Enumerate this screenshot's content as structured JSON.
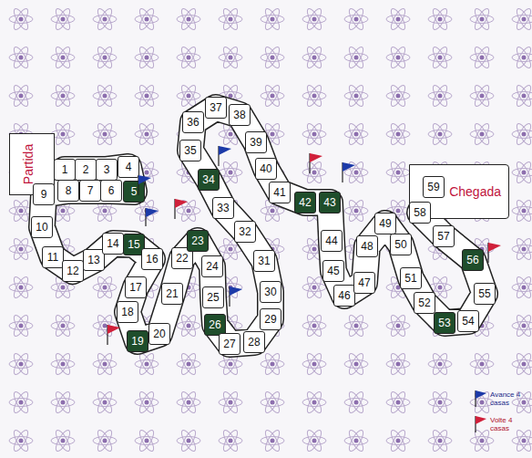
{
  "diagram": {
    "nodes": [
      {
        "text": [
          "Partida"
        ]
      },
      {
        "text": [
          "1"
        ]
      },
      {
        "text": [
          "2"
        ]
      },
      {
        "text": [
          "3"
        ]
      },
      {
        "text": [
          "4"
        ]
      },
      {
        "text": [
          "5"
        ]
      },
      {
        "text": [
          "6"
        ]
      },
      {
        "text": [
          "7"
        ]
      },
      {
        "text": [
          "8"
        ]
      },
      {
        "text": [
          "9"
        ]
      },
      {
        "text": [
          "10"
        ]
      },
      {
        "text": [
          "11"
        ]
      },
      {
        "text": [
          "12"
        ]
      },
      {
        "text": [
          "13"
        ]
      },
      {
        "text": [
          "14"
        ]
      },
      {
        "text": [
          "15"
        ]
      },
      {
        "text": [
          "16"
        ]
      },
      {
        "text": [
          "17"
        ]
      },
      {
        "text": [
          "18"
        ]
      },
      {
        "text": [
          "19"
        ]
      },
      {
        "text": [
          "20"
        ]
      },
      {
        "text": [
          "21"
        ]
      },
      {
        "text": [
          "22"
        ]
      },
      {
        "text": [
          "23"
        ]
      },
      {
        "text": [
          "24"
        ]
      },
      {
        "text": [
          "25"
        ]
      },
      {
        "text": [
          "26"
        ]
      },
      {
        "text": [
          "27"
        ]
      },
      {
        "text": [
          "28"
        ]
      },
      {
        "text": [
          "29"
        ]
      },
      {
        "text": [
          "30"
        ]
      },
      {
        "text": [
          "31"
        ]
      },
      {
        "text": [
          "32"
        ]
      },
      {
        "text": [
          "33"
        ]
      },
      {
        "text": [
          "34"
        ]
      },
      {
        "text": [
          "35"
        ]
      },
      {
        "text": [
          "36"
        ]
      },
      {
        "text": [
          "37"
        ]
      },
      {
        "text": [
          "38"
        ]
      },
      {
        "text": [
          "39"
        ]
      },
      {
        "text": [
          "40"
        ]
      },
      {
        "text": [
          "41"
        ]
      },
      {
        "text": [
          "42"
        ]
      },
      {
        "text": [
          "43"
        ]
      },
      {
        "text": [
          "44"
        ]
      },
      {
        "text": [
          "45"
        ]
      },
      {
        "text": [
          "46"
        ]
      },
      {
        "text": [
          "47"
        ]
      },
      {
        "text": [
          "48"
        ]
      },
      {
        "text": [
          "49"
        ]
      },
      {
        "text": [
          "50"
        ]
      },
      {
        "text": [
          "51"
        ]
      },
      {
        "text": [
          "52"
        ]
      },
      {
        "text": [
          "53"
        ]
      },
      {
        "text": [
          "54"
        ]
      },
      {
        "text": [
          "55"
        ]
      },
      {
        "text": [
          "56"
        ]
      },
      {
        "text": [
          "57"
        ]
      },
      {
        "text": [
          "58"
        ]
      },
      {
        "text": [
          "59"
        ]
      },
      {
        "text": [
          "Chegada"
        ]
      }
    ],
    "legend": [
      {
        "text": "Avance 4 casas"
      },
      {
        "text": "Volte 4 casas"
      }
    ]
  }
}
